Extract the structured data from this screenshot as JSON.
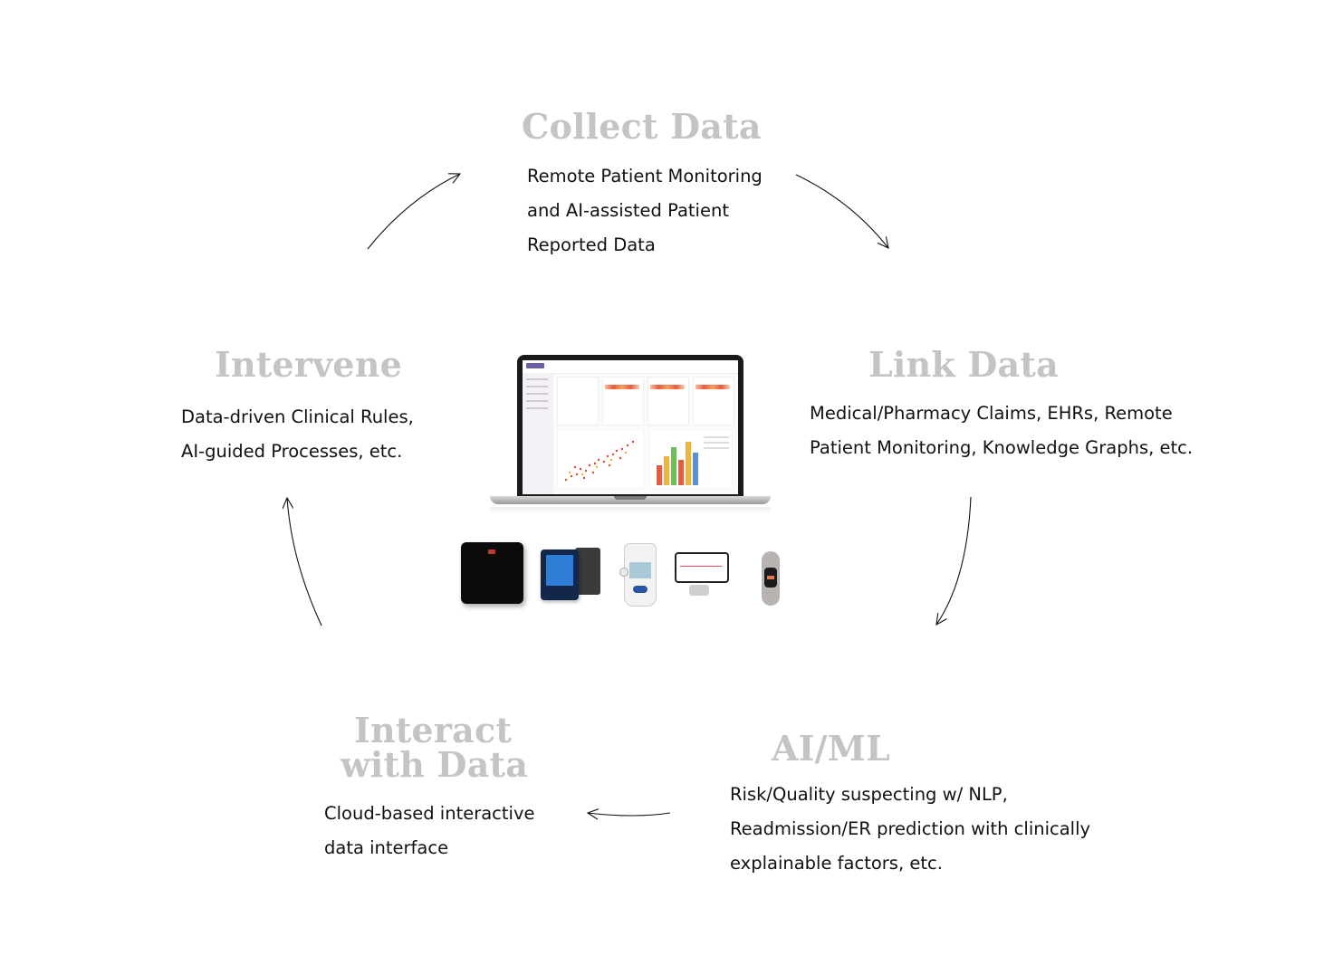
{
  "stages": {
    "collect": {
      "title": "Collect Data",
      "lines": [
        "Remote Patient Monitoring",
        "and AI-assisted Patient",
        "Reported Data"
      ]
    },
    "link": {
      "title": "Link Data",
      "lines": [
        "Medical/Pharmacy Claims, EHRs, Remote",
        "Patient Monitoring, Knowledge Graphs, etc."
      ]
    },
    "aiml": {
      "title": "AI/ML",
      "lines": [
        "Risk/Quality suspecting w/ NLP,",
        "Readmission/ER prediction with clinically",
        "explainable factors, etc."
      ]
    },
    "interact": {
      "title_line1": "Interact",
      "title_line2": "with Data",
      "lines": [
        "Cloud-based interactive",
        "data interface"
      ]
    },
    "intervene": {
      "title": "Intervene",
      "lines": [
        "Data-driven Clinical Rules,",
        "AI-guided Processes, etc."
      ]
    }
  },
  "colors": {
    "stage_title": "#c4c4c4",
    "body_text": "#111111",
    "arrow": "#111111"
  },
  "devices": [
    "smart-scale",
    "blood-pressure-monitor",
    "glucose-meter",
    "ecg-monitor",
    "fitness-band"
  ]
}
